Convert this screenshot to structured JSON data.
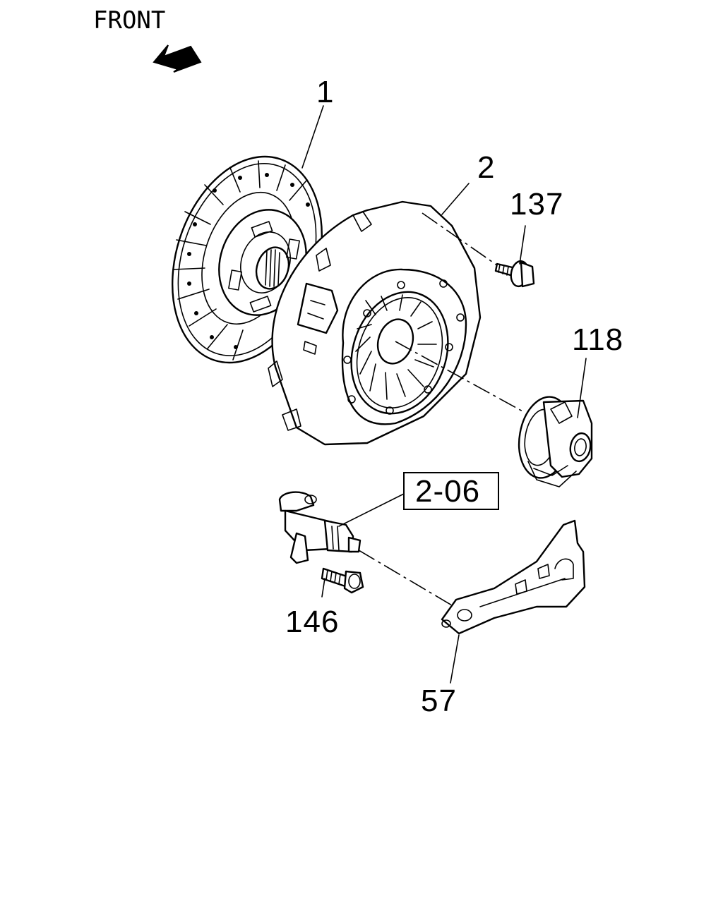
{
  "orientation": {
    "label": "FRONT",
    "arrow_icon": "front-arrow-icon"
  },
  "reference_box": {
    "label": "2-06"
  },
  "callouts": [
    {
      "id": "p1",
      "label": "1"
    },
    {
      "id": "p2",
      "label": "2"
    },
    {
      "id": "p137",
      "label": "137"
    },
    {
      "id": "p118",
      "label": "118"
    },
    {
      "id": "p146",
      "label": "146"
    },
    {
      "id": "p57",
      "label": "57"
    }
  ]
}
